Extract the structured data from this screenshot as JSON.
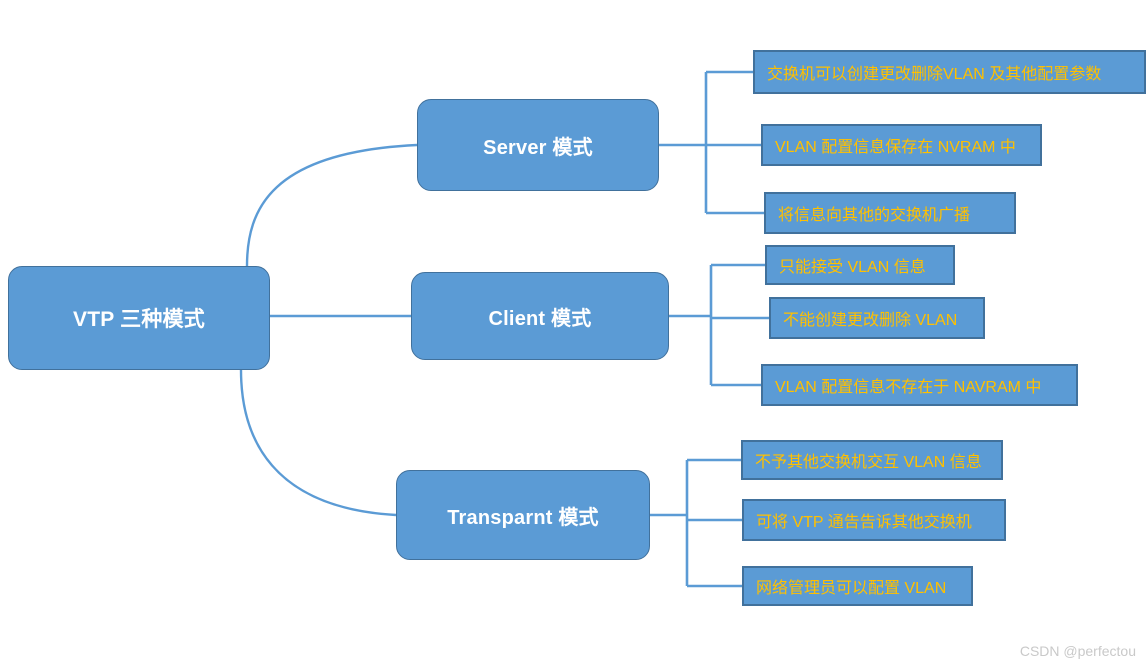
{
  "diagram": {
    "title": "VTP 三种模式",
    "root": {
      "label": "VTP 三种模式"
    },
    "branches": [
      {
        "id": "server",
        "label": "Server 模式",
        "leaves": [
          {
            "text": "交换机可以创建更改删除VLAN 及其他配置参数"
          },
          {
            "text": "VLAN 配置信息保存在 NVRAM 中"
          },
          {
            "text": "将信息向其他的交换机广播"
          }
        ]
      },
      {
        "id": "client",
        "label": "Client 模式",
        "leaves": [
          {
            "text": "只能接受 VLAN 信息"
          },
          {
            "text": "不能创建更改删除 VLAN"
          },
          {
            "text": "VLAN 配置信息不存在于 NAVRAM 中"
          }
        ]
      },
      {
        "id": "transparent",
        "label": "Transparnt 模式",
        "leaves": [
          {
            "text": "不予其他交换机交互 VLAN 信息"
          },
          {
            "text": "可将 VTP 通告告诉其他交换机"
          },
          {
            "text": "网络管理员可以配置 VLAN"
          }
        ]
      }
    ]
  },
  "watermark": {
    "text": "CSDN @perfectou"
  },
  "colors": {
    "node_fill": "#5B9BD5",
    "node_border": "#41719C",
    "node_text": "#FFFFFF",
    "leaf_text": "#FFC000",
    "connector": "#5B9BD5",
    "background": "#FFFFFF",
    "watermark_text": "#C9C9C9"
  }
}
